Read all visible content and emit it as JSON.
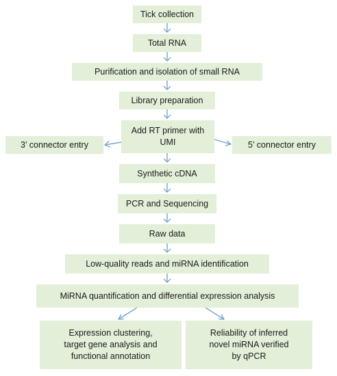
{
  "flow": {
    "tick_collection": "Tick collection",
    "total_rna": "Total RNA",
    "purification": "Purification and isolation of small RNA",
    "library_prep": "Library preparation",
    "add_rt_primer": "Add RT primer with\nUMI",
    "connector_3": "3’ connector entry",
    "connector_5": "5’ connector entry",
    "synthetic_cdna": "Synthetic cDNA",
    "pcr_sequencing": "PCR and Sequencing",
    "raw_data": "Raw data",
    "low_quality": "Low-quality reads and miRNA identification",
    "quantification": "MiRNA quantification and differential expression analysis",
    "expression_clustering": "Expression clustering,\ntarget gene analysis and\nfunctional annotation",
    "reliability": "Reliability of inferred\nnovel miRNA verified\nby qPCR"
  },
  "colors": {
    "box_fill": "#e3efd8",
    "arrow": "#7aa3c8"
  }
}
